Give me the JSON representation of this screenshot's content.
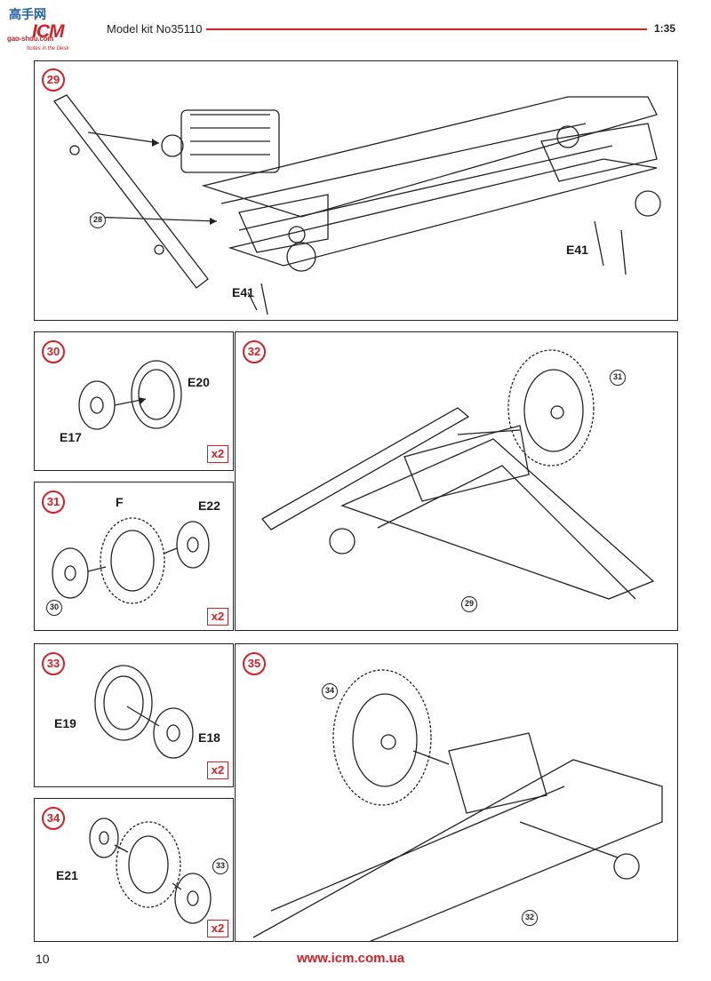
{
  "header": {
    "logo_cn": "高手网",
    "logo_mark": "ICM",
    "logo_url": "gao-shou.com",
    "logo_tagline": "Notes in the Desk",
    "kit_title": "Model kit No35110",
    "scale": "1:35"
  },
  "steps": {
    "s29": {
      "number": "29",
      "ref": "28",
      "part_left": "E41",
      "part_right": "E41"
    },
    "s30": {
      "number": "30",
      "part_a": "E20",
      "part_b": "E17",
      "multiplier": "x2"
    },
    "s31": {
      "number": "31",
      "part_a": "F",
      "part_b": "E22",
      "ref": "30",
      "multiplier": "x2"
    },
    "s32": {
      "number": "32",
      "ref_top": "31",
      "ref_bottom": "29"
    },
    "s33": {
      "number": "33",
      "part_a": "E19",
      "part_b": "E18",
      "multiplier": "x2"
    },
    "s34": {
      "number": "34",
      "part_a": "E21",
      "ref": "33",
      "multiplier": "x2"
    },
    "s35": {
      "number": "35",
      "ref_top": "34",
      "ref_bottom": "32"
    }
  },
  "footer": {
    "page_number": "10",
    "url": "www.icm.com.ua"
  },
  "colors": {
    "accent": "#d42027",
    "line": "#222222",
    "brand_blue": "#1f5fa8"
  }
}
